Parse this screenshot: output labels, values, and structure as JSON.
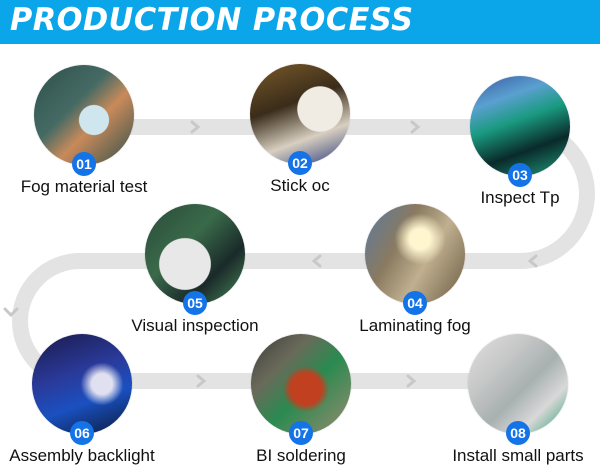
{
  "header": {
    "title": "PRODUCTION PROCESS"
  },
  "colors": {
    "banner": "#0ba6ea",
    "badge": "#1473e6",
    "track": "#e3e3e3",
    "arrow": "#c8c8c8"
  },
  "steps": [
    {
      "number": "01",
      "label": "Fog material test",
      "photo": "inspection-on-mobile-screen-photo"
    },
    {
      "number": "02",
      "label": "Stick oc",
      "photo": "gloved-hands-assembly-photo"
    },
    {
      "number": "03",
      "label": "Inspect Tp",
      "photo": "touch-panel-inspection-photo"
    },
    {
      "number": "04",
      "label": "Laminating fog",
      "photo": "laminating-machine-photo"
    },
    {
      "number": "05",
      "label": "Visual inspection",
      "photo": "cleanroom-workers-photo"
    },
    {
      "number": "06",
      "label": "Assembly backlight",
      "photo": "backlight-assembly-photo"
    },
    {
      "number": "07",
      "label": "BI soldering",
      "photo": "soldering-photo"
    },
    {
      "number": "08",
      "label": "Install small parts",
      "photo": "assembly-line-photo"
    }
  ]
}
